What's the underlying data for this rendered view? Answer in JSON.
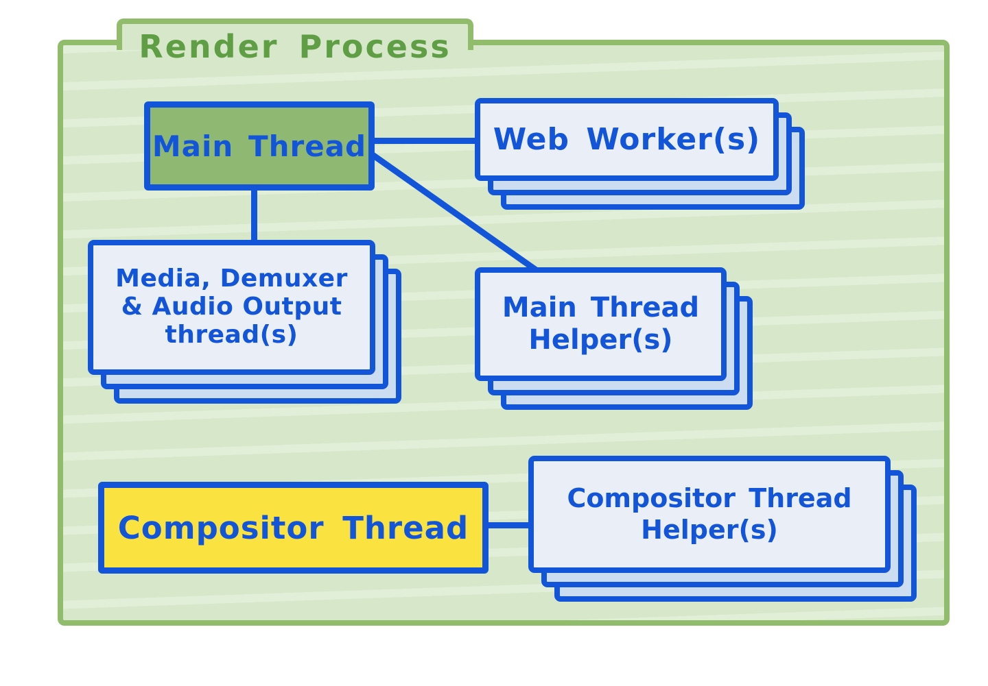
{
  "title": "Render Process",
  "colors": {
    "canvas": "#ffffff",
    "blue": "#1355d8",
    "box-fill": "#e9eef7",
    "stack-fill": "#ccddf1",
    "folder-fill": "#d6e8c9",
    "green-border": "#90bc6c",
    "green-text": "#5f9e44",
    "green-box": "#8fb873",
    "yellow": "#fae240"
  },
  "nodes": {
    "main_thread": {
      "label": "Main Thread"
    },
    "web_workers": {
      "label": "Web Worker(s)"
    },
    "media_threads": {
      "lines": [
        "Media, Demuxer",
        "& Audio Output",
        "thread(s)"
      ]
    },
    "main_thread_helpers": {
      "lines": [
        "Main Thread",
        "Helper(s)"
      ]
    },
    "compositor_thread": {
      "label": "Compositor Thread"
    },
    "compositor_helpers": {
      "lines": [
        "Compositor Thread",
        "Helper(s)"
      ]
    }
  },
  "connections": [
    {
      "from": "Main Thread",
      "to": "Web Worker(s)"
    },
    {
      "from": "Main Thread",
      "to": "Media, Demuxer & Audio Output thread(s)"
    },
    {
      "from": "Main Thread",
      "to": "Main Thread Helper(s)"
    },
    {
      "from": "Compositor Thread",
      "to": "Compositor Thread Helper(s)"
    }
  ]
}
